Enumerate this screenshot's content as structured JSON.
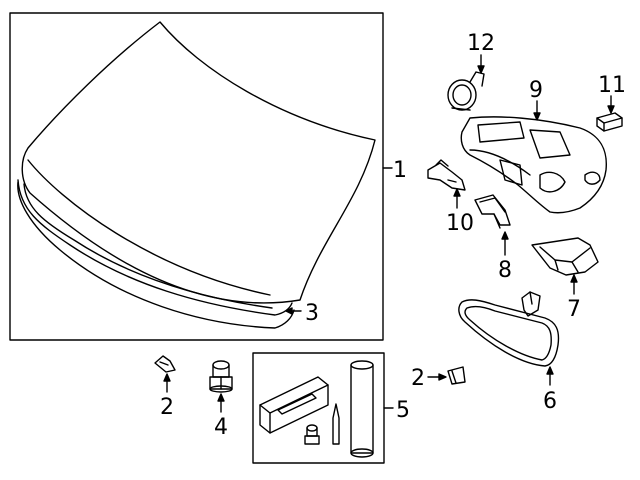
{
  "diagram": {
    "callouts": {
      "c1": "1",
      "c2a": "2",
      "c2b": "2",
      "c3": "3",
      "c4": "4",
      "c5": "5",
      "c6": "6",
      "c7": "7",
      "c8": "8",
      "c9": "9",
      "c10": "10",
      "c11": "11",
      "c12": "12"
    }
  }
}
